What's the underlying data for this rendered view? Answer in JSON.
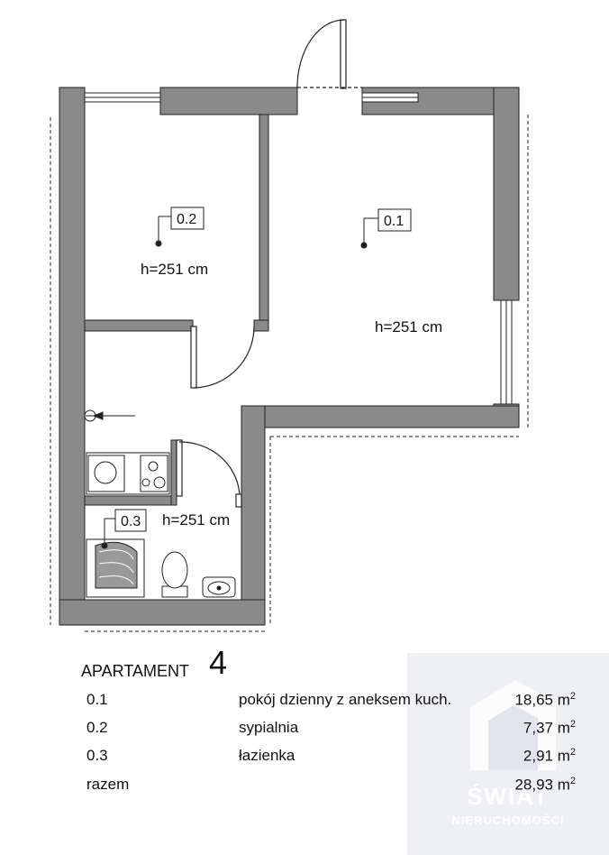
{
  "rooms": [
    {
      "code": "0.1",
      "height": "h=251 cm"
    },
    {
      "code": "0.2",
      "height": "h=251 cm"
    },
    {
      "code": "0.3",
      "height": "h=251 cm"
    }
  ],
  "legend": {
    "title": "APARTAMENT",
    "number": "4",
    "rows": [
      {
        "code": "0.1",
        "name": "pokój dzienny z aneksem kuch.",
        "area": "18,65 m",
        "unit_sup": "2"
      },
      {
        "code": "0.2",
        "name": "sypialnia",
        "area": "7,37 m",
        "unit_sup": "2"
      },
      {
        "code": "0.3",
        "name": "łazienka",
        "area": "2,91 m",
        "unit_sup": "2"
      },
      {
        "code": "razem",
        "name": "",
        "area": "28,93 m",
        "unit_sup": "2"
      }
    ]
  },
  "watermark": {
    "line1": "ŚWIAT",
    "line2": "NIERUCHOMOŚCI"
  },
  "colors": {
    "wall": "#8a8a8a",
    "line": "#222222"
  }
}
